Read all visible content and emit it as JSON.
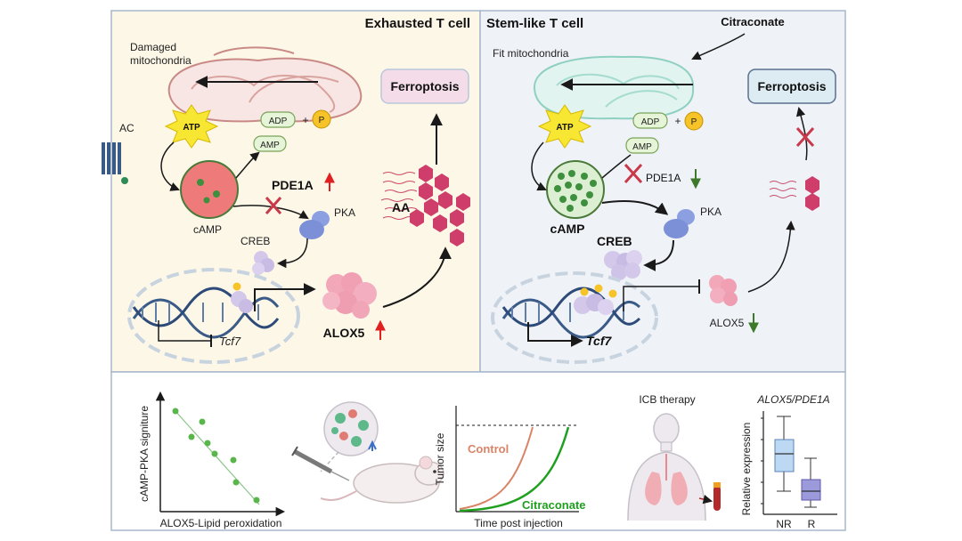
{
  "panels": {
    "exhausted": {
      "title": "Exhausted T cell",
      "damaged_mito": [
        "Damaged",
        "mitochondria"
      ],
      "ac": "AC",
      "atp": "ATP",
      "adp": "ADP",
      "plus": "+",
      "p": "P",
      "amp": "AMP",
      "camp": "cAMP",
      "pde1a": "PDE1A",
      "pka": "PKA",
      "creb": "CREB",
      "tcf7": "Tcf7",
      "alox5": "ALOX5",
      "aa": "AA",
      "ferroptosis": "Ferroptosis"
    },
    "stemlike": {
      "title": "Stem-like T cell",
      "citraconate": "Citraconate",
      "fit_mito": "Fit mitochondria",
      "atp": "ATP",
      "adp": "ADP",
      "plus": "+",
      "p": "P",
      "amp": "AMP",
      "camp": "cAMP",
      "pde1a": "PDE1A",
      "pka": "PKA",
      "creb": "CREB",
      "tcf7": "Tcf7",
      "alox5": "ALOX5",
      "ferroptosis": "Ferroptosis"
    }
  },
  "bottom": {
    "scatter": {
      "ylabel": "cAMP-PKA signiture",
      "xlabel": "ALOX5-Lipid peroxidation"
    },
    "growth": {
      "ylabel": "Tumor size",
      "xlabel": "Time post injection",
      "control": "Control",
      "citraconate": "Citraconate"
    },
    "icb": {
      "label": "ICB therapy"
    },
    "boxplot": {
      "title": "ALOX5/PDE1A",
      "ylabel": "Relative expression",
      "categories": [
        "NR",
        "R"
      ]
    }
  },
  "colors": {
    "left_bg": "#fdf7e7",
    "right_bg": "#eff2f7",
    "border": "#a7b7cc",
    "red_arrow": "#e02020",
    "green_arrow": "#3c7a2a",
    "control_curve": "#d98466",
    "citraconate_curve": "#1fa01f",
    "ferroptosis_left": "#f4dde8",
    "ferroptosis_right": "#dcecf2"
  }
}
